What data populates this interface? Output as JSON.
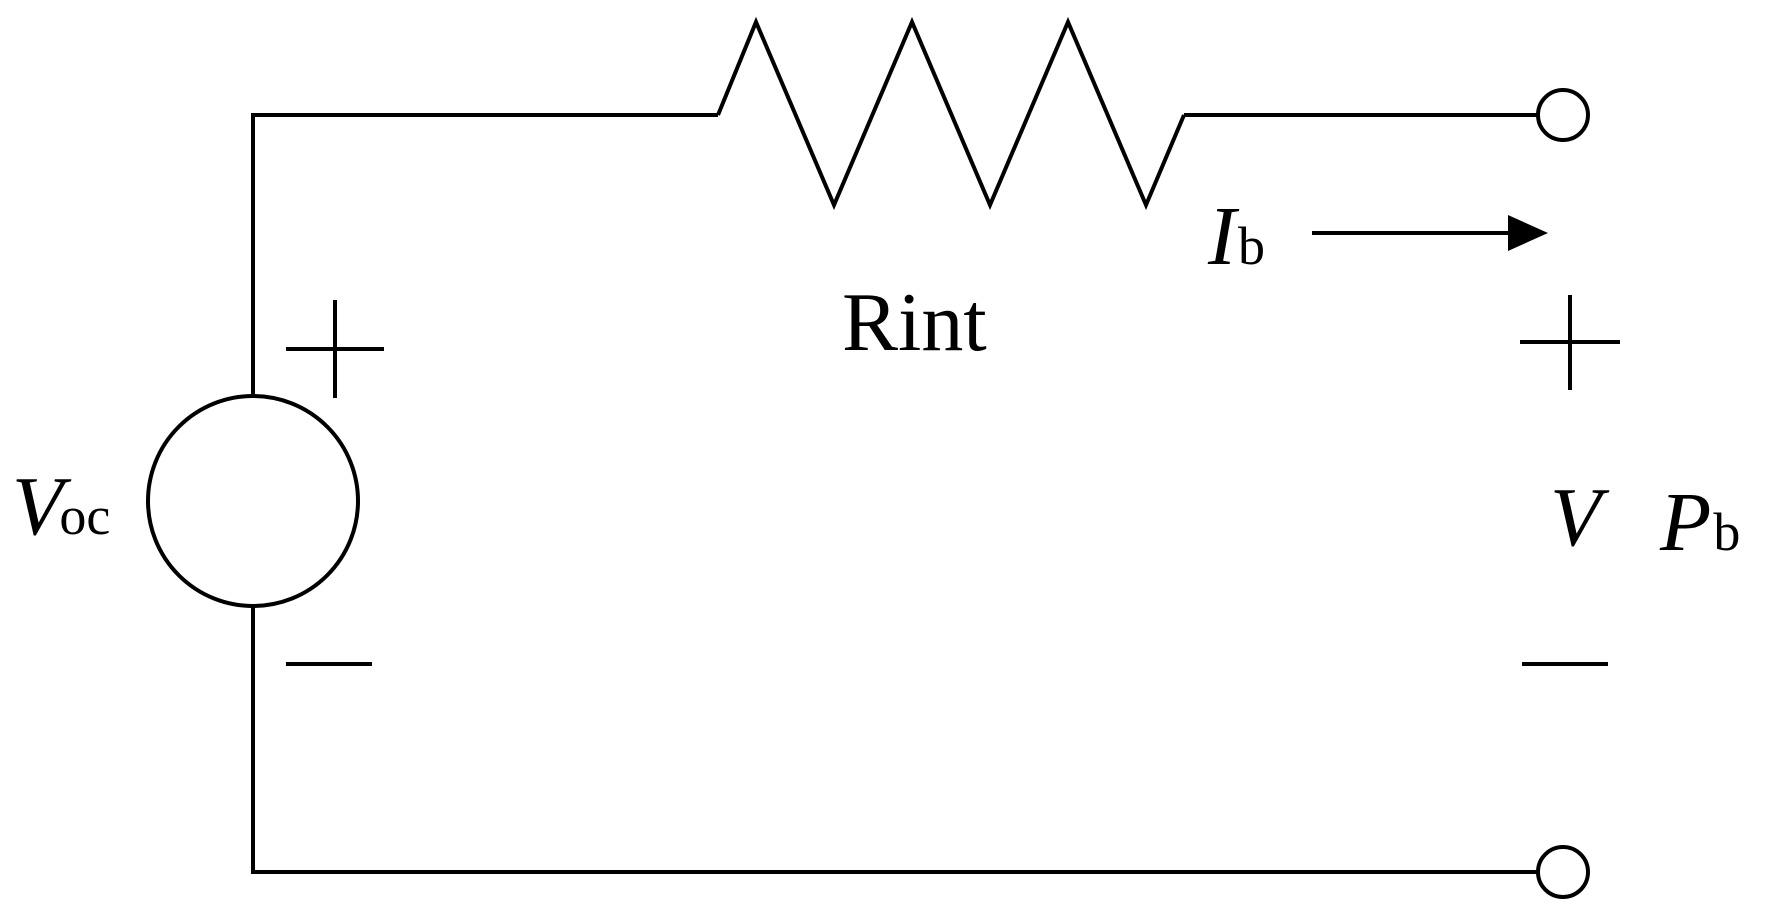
{
  "diagram": {
    "source": {
      "symbol": "V",
      "subscript": "oc",
      "plus_sign": "+",
      "minus_sign": "−"
    },
    "resistor": {
      "label": "Rint"
    },
    "current": {
      "symbol": "I",
      "subscript": "b"
    },
    "terminals": {
      "plus_sign": "+",
      "minus_sign": "−",
      "voltage_symbol": "V",
      "power_symbol": "P",
      "power_subscript": "b"
    }
  }
}
